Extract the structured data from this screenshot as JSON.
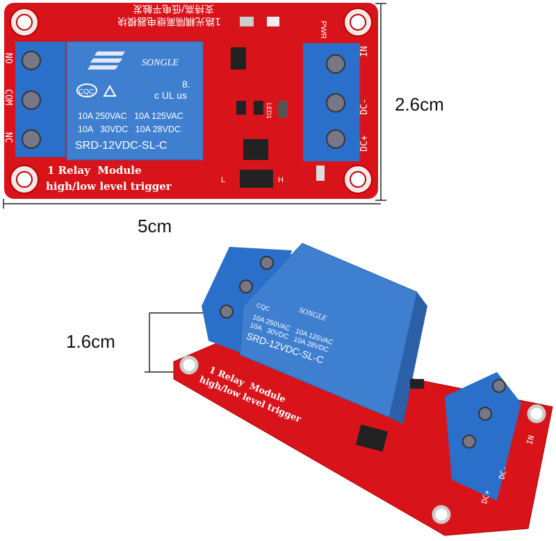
{
  "dimensions": {
    "width": "5cm",
    "height": "2.6cm",
    "relay_height": "1.6cm"
  },
  "board": {
    "title": "1 Relay  Module",
    "subtitle": "high/low level trigger",
    "chinese_line1": "1路光耦隔离继电器模块",
    "chinese_line2": "支持高/低电平触发",
    "left_terminals": [
      "NO",
      "COM",
      "NC"
    ],
    "right_terminals": [
      "IN",
      "DC-",
      "DC+"
    ],
    "pwr_label": "PWR",
    "jumper_labels": [
      "L",
      "H"
    ],
    "led_label": "LED1"
  },
  "relay": {
    "brand": "SONGLE",
    "cert": "CQC",
    "ul_mark": "c UL us",
    "rev": "8.",
    "rating_line1": "10A 250VAC   10A 125VAC",
    "rating_line2": "10A   30VDC   10A 28VDC",
    "model": "SRD-12VDC-SL-C"
  },
  "colors": {
    "pcb": "#d8141a",
    "relay_blue": "#3f7fd0",
    "terminal_blue": "#2a6fc9"
  }
}
